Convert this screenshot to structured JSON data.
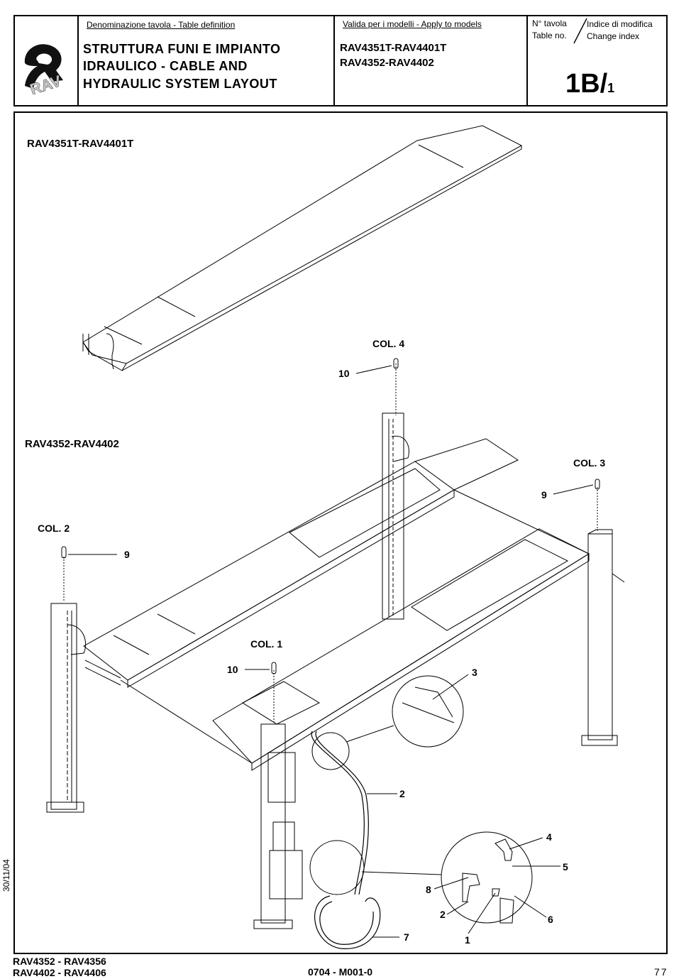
{
  "header": {
    "logo_text": "RAV",
    "table_definition_label": "Denominazione tavola - Table definition",
    "title_line1": "STRUTTURA FUNI E IMPIANTO",
    "title_line2": "IDRAULICO - CABLE AND",
    "title_line3": "HYDRAULIC SYSTEM LAYOUT",
    "models_label": "Valida per i modelli - Apply to models",
    "models_line1": "RAV4351T-RAV4401T",
    "models_line2": "RAV4352-RAV4402",
    "table_no_it": "N° tavola",
    "table_no_en": "Table no.",
    "change_index_it": "Indice di modifica",
    "change_index_en": "Change index",
    "table_number": "1B/",
    "table_number_sub": "1"
  },
  "drawing": {
    "model_top": "RAV4351T-RAV4401T",
    "model_bottom": "RAV4352-RAV4402",
    "columns": {
      "col1": "COL. 1",
      "col2": "COL. 2",
      "col3": "COL. 3",
      "col4": "COL. 4"
    },
    "callouts": {
      "c10_col4": "10",
      "c9_col3": "9",
      "c9_col2": "9",
      "c10_col1": "10",
      "c3": "3",
      "c2_hose": "2",
      "c4": "4",
      "c5": "5",
      "c8": "8",
      "c2_detail": "2",
      "c6": "6",
      "c1": "1",
      "c7": "7"
    }
  },
  "side_date": "30/11/04",
  "footer": {
    "model_line1": "RAV4352 - RAV4356",
    "model_line2": "RAV4402 - RAV4406",
    "doc_code": "0704 - M001-0",
    "page": "77"
  }
}
